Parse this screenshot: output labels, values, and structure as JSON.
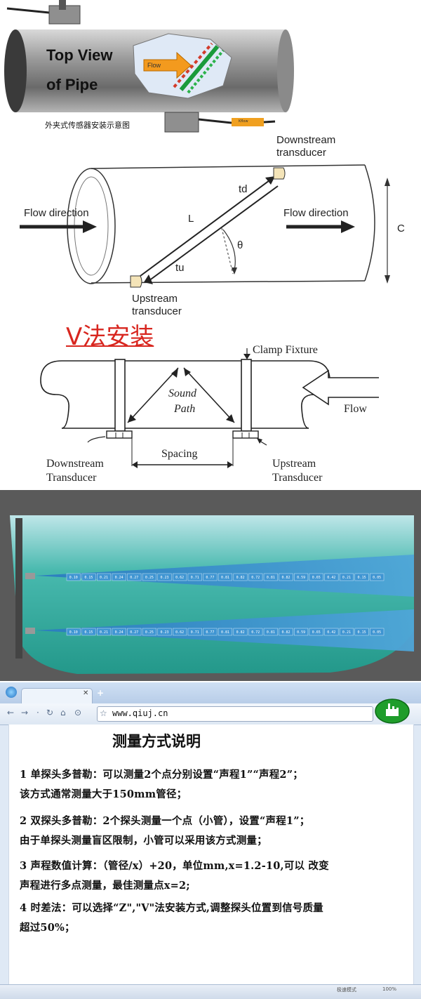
{
  "panel1": {
    "title_line1": "Top View",
    "title_line2": "of Pipe",
    "flow_label": "Flow",
    "caption": "外夹式传感器安装示意图",
    "sensor_label": "Kflow"
  },
  "panel2": {
    "downstream_label": [
      "Downstream",
      "transducer"
    ],
    "upstream_label": [
      "Upstream",
      "transducer"
    ],
    "flow_left": "Flow direction",
    "flow_right": "Flow direction",
    "td": "td",
    "tu": "tu",
    "L": "L",
    "theta": "θ",
    "C": "C"
  },
  "panel3": {
    "title": "V法安装",
    "clamp_fixture": "Clamp Fixture",
    "sound_path": [
      "Sound",
      "Path"
    ],
    "flow": "Flow",
    "spacing": "Spacing",
    "downstream": [
      "Downstream",
      "Transducer"
    ],
    "upstream": [
      "Upstream",
      "Transducer"
    ]
  },
  "panel4": {
    "beam_values": [
      "0.10",
      "0.15",
      "0.21",
      "0.24",
      "0.27",
      "0.25",
      "0.23",
      "0.62",
      "0.71",
      "0.77",
      "0.81",
      "0.82",
      "0.72",
      "0.81",
      "0.82",
      "0.59",
      "0.65",
      "0.42",
      "0.21",
      "0.15",
      "0.05"
    ]
  },
  "panel5": {
    "url": "www.qiuj.cn",
    "heading": "测量方式说明",
    "lines": [
      "1  单探头多普勒：可以测量2个点分别设置“声程1”“声程2”；",
      "   该方式通常测量大于150mm管径；",
      "2  双探头多普勒：2个探头测量一个点（小管），设置“声程1”；",
      "   由于单探头测量盲区限制，小管可以采用该方式测量；",
      "3  声程数值计算：（管径/x）+20，单位mm,x=1.2-10,可以 改变",
      "声程进行多点测量，最佳测量点x=2;",
      "4 时差法：可以选择“Z\",\"V\"法安装方式,调整探头位置到信号质量",
      "超过50%；"
    ],
    "status_mode": "极速模式",
    "status_zoom": "100%"
  },
  "colors": {
    "accent_red": "#d8261f",
    "water": "#4fb9b1",
    "beam": "#2f87c6",
    "flow_arrow": "#f39a1e",
    "logo_green": "#1f9d2b"
  }
}
